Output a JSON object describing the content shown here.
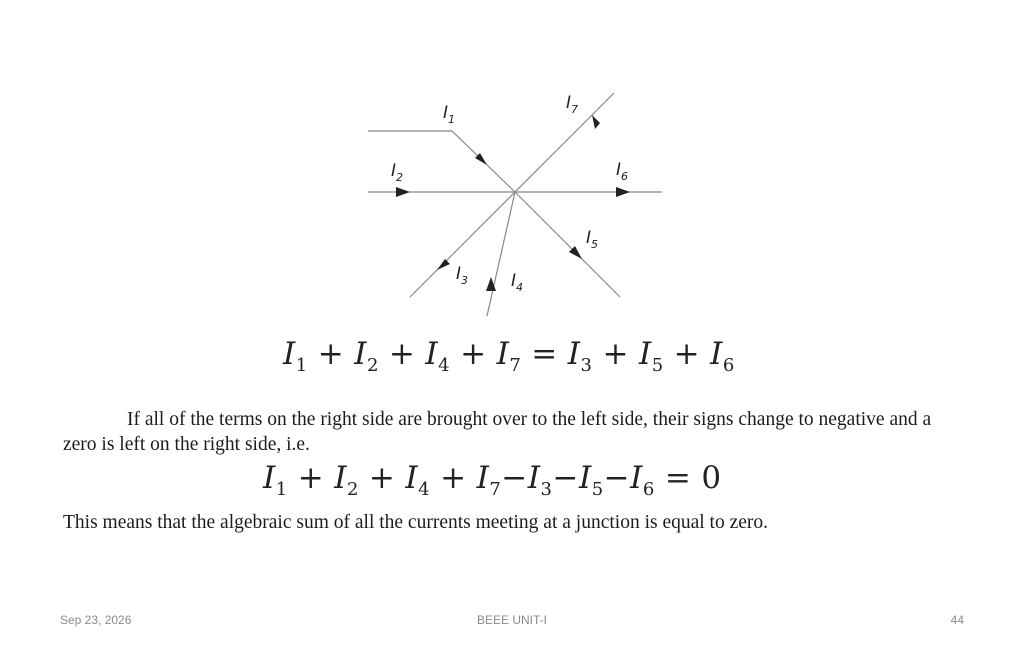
{
  "diagram": {
    "labels": [
      {
        "name": "I",
        "sub": "1"
      },
      {
        "name": "I",
        "sub": "2"
      },
      {
        "name": "I",
        "sub": "3"
      },
      {
        "name": "I",
        "sub": "4"
      },
      {
        "name": "I",
        "sub": "5"
      },
      {
        "name": "I",
        "sub": "6"
      },
      {
        "name": "I",
        "sub": "7"
      }
    ]
  },
  "equation1": {
    "terms_left": [
      {
        "v": "I",
        "s": "1"
      },
      {
        "v": "I",
        "s": "2"
      },
      {
        "v": "I",
        "s": "4"
      },
      {
        "v": "I",
        "s": "7"
      }
    ],
    "terms_right": [
      {
        "v": "I",
        "s": "3"
      },
      {
        "v": "I",
        "s": "5"
      },
      {
        "v": "I",
        "s": "6"
      }
    ],
    "plus": "+",
    "equals": "="
  },
  "paragraph1": "If all of the terms on the right side are brought over to the left side, their signs change to negative and a zero is left on the right side, i.e.",
  "equation2": {
    "positive": [
      {
        "v": "I",
        "s": "1"
      },
      {
        "v": "I",
        "s": "2"
      },
      {
        "v": "I",
        "s": "4"
      },
      {
        "v": "I",
        "s": "7"
      }
    ],
    "negative": [
      {
        "v": "I",
        "s": "3"
      },
      {
        "v": "I",
        "s": "5"
      },
      {
        "v": "I",
        "s": "6"
      }
    ],
    "plus": "+",
    "minus": "−",
    "equals": "=",
    "rhs": "0"
  },
  "paragraph2": "This means that the algebraic sum of all the currents meeting at a junction is equal to zero.",
  "footer": {
    "date": "Sep 23, 2026",
    "title": "BEEE UNIT-I",
    "page": "44"
  }
}
